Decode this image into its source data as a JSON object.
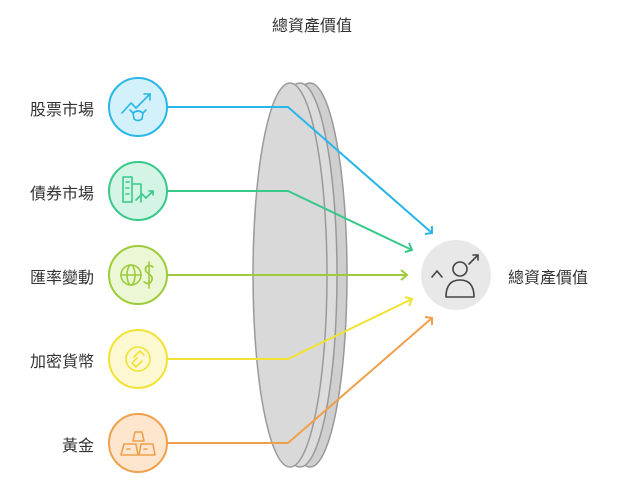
{
  "title": "總資產價值",
  "inputs": [
    {
      "label": "股票市場",
      "icon": "stock-market-bull-icon",
      "color": "#29b6e8",
      "fill": "#d3f1fb"
    },
    {
      "label": "債券市場",
      "icon": "bond-chart-icon",
      "color": "#37c98a",
      "fill": "#d4f5e5"
    },
    {
      "label": "匯率變動",
      "icon": "globe-dollar-icon",
      "color": "#9ccc3a",
      "fill": "#ecf7d6"
    },
    {
      "label": "加密貨幣",
      "icon": "crypto-coin-icon",
      "color": "#f2e233",
      "fill": "#fcf9d2"
    },
    {
      "label": "黃金",
      "icon": "gold-bars-icon",
      "color": "#f0a04b",
      "fill": "#fde6cd"
    }
  ],
  "output": {
    "label": "總資產價值",
    "icon": "person-growth-icon",
    "color": "#e8e8e8"
  },
  "lens_color": "#d9d9d9"
}
